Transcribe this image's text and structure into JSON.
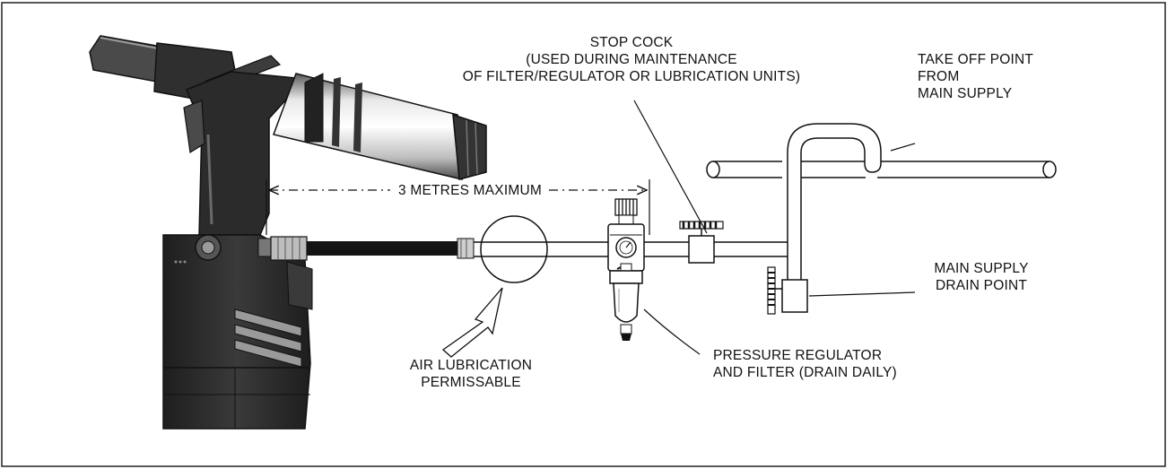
{
  "labels": {
    "stop_cock": [
      "STOP COCK",
      "(USED DURING MAINTENANCE",
      "OF FILTER/REGULATOR  OR LUBRICATION UNITS)"
    ],
    "take_off": [
      "TAKE OFF POINT",
      "FROM",
      "MAIN SUPPLY"
    ],
    "distance": "3 METRES MAXIMUM",
    "main_drain": [
      "MAIN SUPPLY",
      "DRAIN POINT"
    ],
    "air_lube": [
      "AIR LUBRICATION",
      "PERMISSABLE"
    ],
    "regulator": [
      "PRESSURE REGULATOR",
      "AND FILTER (DRAIN DAILY)"
    ]
  },
  "colors": {
    "tool_dark": "#2b2b2b",
    "tool_mid": "#4a4a4a",
    "tool_light": "#9a9a9a",
    "line": "#111111",
    "hose": "#141414"
  }
}
